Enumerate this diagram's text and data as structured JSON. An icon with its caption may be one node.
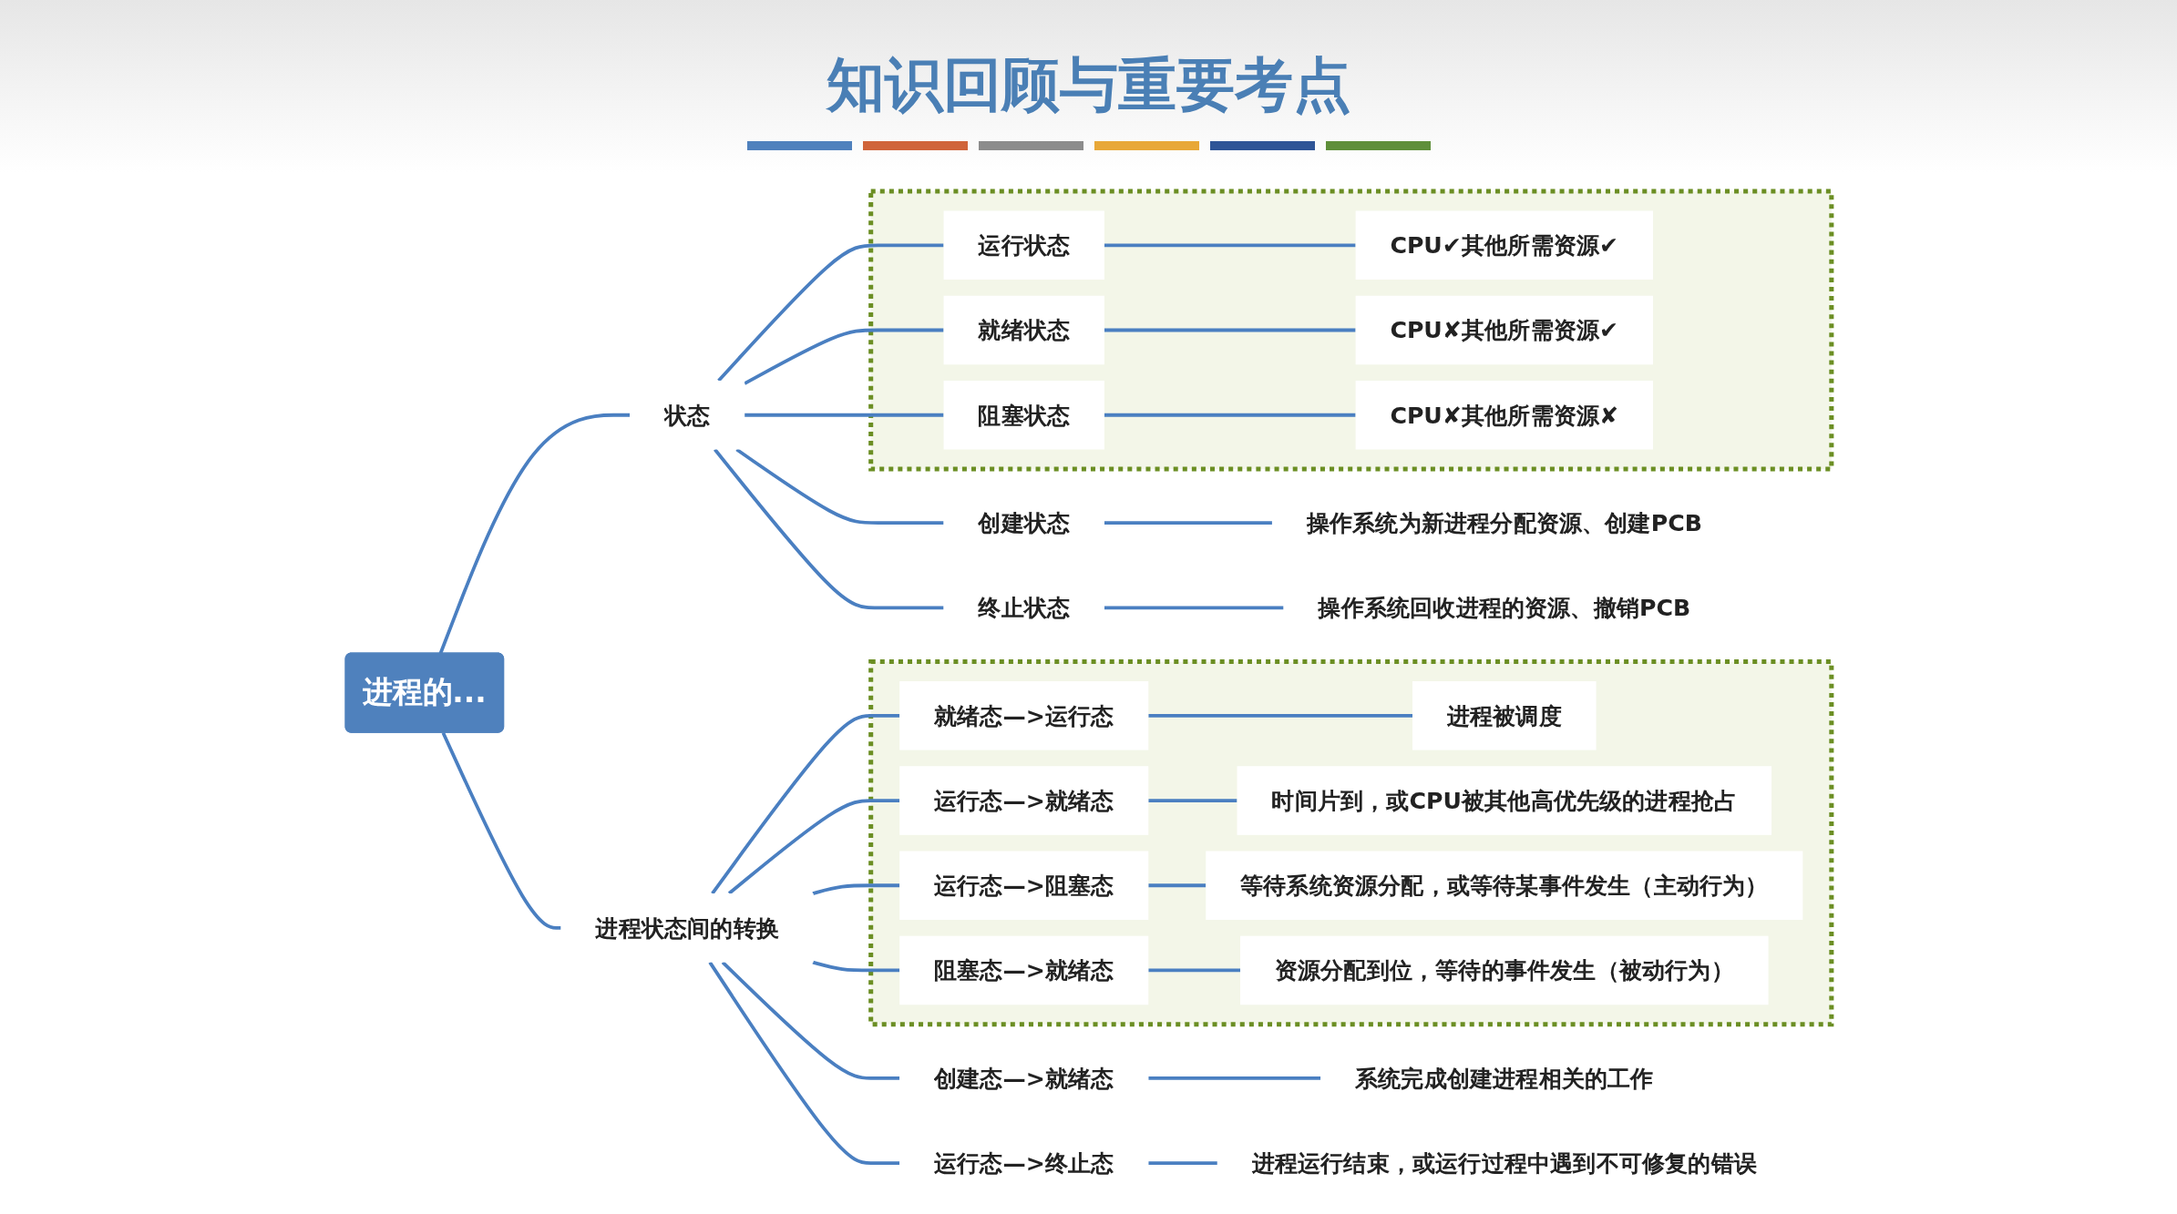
{
  "diagram": {
    "title": "知识回顾与重要考点",
    "nodes": [
      {
        "text": [
          "进程的..."
        ]
      },
      {
        "text": [
          "状态"
        ]
      },
      {
        "text": [],
        "shape": "box"
      },
      {
        "text": [
          "运行状态"
        ],
        "in": 2
      },
      {
        "text": [
          "CPU✔其他所需资源✔"
        ],
        "in": 2
      },
      {
        "text": [
          "就绪状态"
        ],
        "in": 2
      },
      {
        "text": [
          "CPU✘其他所需资源✔"
        ],
        "in": 2
      },
      {
        "text": [
          "阻塞状态"
        ],
        "in": 2
      },
      {
        "text": [
          "CPU✘其他所需资源✘"
        ],
        "in": 2
      },
      {
        "text": [
          "创建状态"
        ]
      },
      {
        "text": [
          "操作系统为新进程分配资源、创建PCB"
        ]
      },
      {
        "text": [
          "终止状态"
        ]
      },
      {
        "text": [
          "操作系统回收进程的资源、撤销PCB"
        ]
      },
      {
        "text": [
          "进程状态间的转换"
        ]
      },
      {
        "text": [],
        "shape": "box"
      },
      {
        "text": [
          "就绪态—>运行态"
        ],
        "in": 14
      },
      {
        "text": [
          "进程被调度"
        ],
        "in": 14
      },
      {
        "text": [
          "运行态—>就绪态"
        ],
        "in": 14
      },
      {
        "text": [
          "时间片到，或CPU被其他高优先级的进程抢占"
        ],
        "in": 14
      },
      {
        "text": [
          "运行态—>阻塞态"
        ],
        "in": 14
      },
      {
        "text": [
          "等待系统资源分配，或等待某事件发生（主动行为）"
        ],
        "in": 14
      },
      {
        "text": [
          "阻塞态—>就绪态"
        ],
        "in": 14
      },
      {
        "text": [
          "资源分配到位，等待的事件发生（被动行为）"
        ],
        "in": 14
      },
      {
        "text": [
          "创建态—>就绪态"
        ]
      },
      {
        "text": [
          "系统完成创建进程相关的工作"
        ]
      },
      {
        "text": [
          "运行态—>终止态"
        ]
      },
      {
        "text": [
          "进程运行结束，或运行过程中遇到不可修复的错误"
        ]
      }
    ],
    "edges": [
      {
        "from": 0,
        "to": 1,
        "arrow": "none"
      },
      {
        "from": 1,
        "to": 3,
        "arrow": "none"
      },
      {
        "from": 3,
        "to": 4,
        "arrow": "none"
      },
      {
        "from": 1,
        "to": 5,
        "arrow": "none"
      },
      {
        "from": 5,
        "to": 6,
        "arrow": "none"
      },
      {
        "from": 1,
        "to": 7,
        "arrow": "none"
      },
      {
        "from": 7,
        "to": 8,
        "arrow": "none"
      },
      {
        "from": 1,
        "to": 9,
        "arrow": "none"
      },
      {
        "from": 9,
        "to": 10,
        "arrow": "none"
      },
      {
        "from": 1,
        "to": 11,
        "arrow": "none"
      },
      {
        "from": 11,
        "to": 12,
        "arrow": "none"
      },
      {
        "from": 0,
        "to": 13,
        "arrow": "none"
      },
      {
        "from": 13,
        "to": 15,
        "arrow": "none"
      },
      {
        "from": 15,
        "to": 16,
        "arrow": "none"
      },
      {
        "from": 13,
        "to": 17,
        "arrow": "none"
      },
      {
        "from": 17,
        "to": 18,
        "arrow": "none"
      },
      {
        "from": 13,
        "to": 19,
        "arrow": "none"
      },
      {
        "from": 19,
        "to": 20,
        "arrow": "none"
      },
      {
        "from": 13,
        "to": 21,
        "arrow": "none"
      },
      {
        "from": 21,
        "to": 22,
        "arrow": "none"
      },
      {
        "from": 13,
        "to": 23,
        "arrow": "none"
      },
      {
        "from": 23,
        "to": 24,
        "arrow": "none"
      },
      {
        "from": 13,
        "to": 25,
        "arrow": "none"
      },
      {
        "from": 25,
        "to": 26,
        "arrow": "none"
      }
    ]
  }
}
